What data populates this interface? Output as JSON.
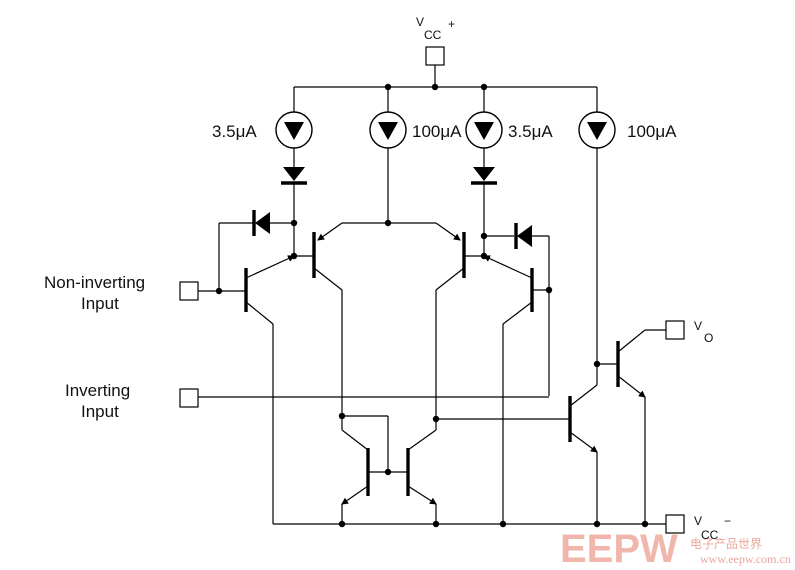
{
  "supply_positive": {
    "main": "V",
    "sub": "CC",
    "sign": "+"
  },
  "supply_negative": {
    "main": "V",
    "sub": "CC",
    "sign": "−"
  },
  "output": {
    "main": "V",
    "sub": "O"
  },
  "non_inverting_input": {
    "line1": "Non-inverting",
    "line2": "Input"
  },
  "inverting_input": {
    "line1": "Inverting",
    "line2": "Input"
  },
  "current_sources": {
    "cs1": "3.5μA",
    "cs2": "100μA",
    "cs3": "3.5μA",
    "cs4": "100μA"
  },
  "watermark": {
    "logo": "EEPW",
    "tagline": "电子产品世界",
    "site": "www.eepw.com.cn"
  },
  "colors": {
    "line": "#000000",
    "watermark": "#f1b6ab"
  }
}
